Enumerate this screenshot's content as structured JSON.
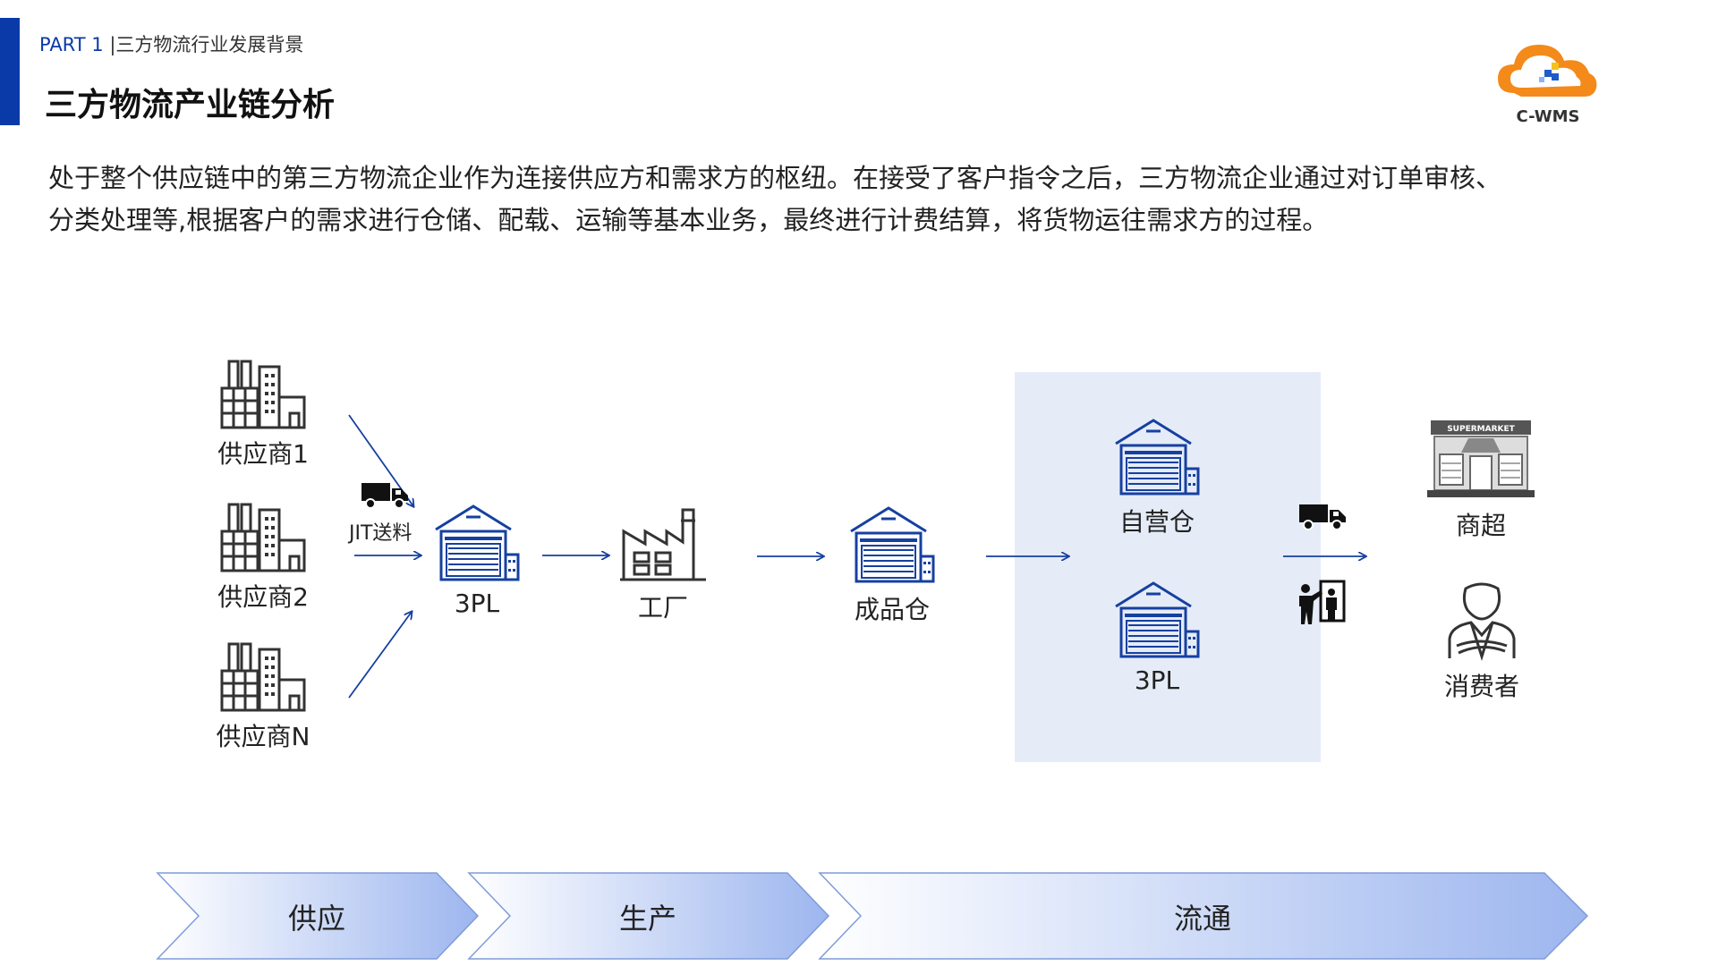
{
  "header": {
    "part": "PART 1",
    "section": "|三方物流行业发展背景",
    "title": "三方物流产业链分析"
  },
  "logo": {
    "text": "C-WMS"
  },
  "intro": {
    "line1": "处于整个供应链中的第三方物流企业作为连接供应方和需求方的枢纽。在接受了客户指令之后，三方物流企业通过对订单审核、",
    "line2": "分类处理等,根据客户的需求进行仓储、配载、运输等基本业务，最终进行计费结算，将货物运往需求方的过程。"
  },
  "nodes": {
    "supplier1": "供应商1",
    "supplier2": "供应商2",
    "supplierN": "供应商N",
    "jit": "JIT送料",
    "tpl_a": "3PL",
    "factory": "工厂",
    "finished_warehouse": "成品仓",
    "own_warehouse": "自营仓",
    "tpl_b": "3PL",
    "supermarket": "商超",
    "supermarket_sign": "SUPERMARKET",
    "consumer": "消费者"
  },
  "stages": {
    "supply": "供应",
    "production": "生产",
    "circulation": "流通"
  },
  "colors": {
    "accent": "#0a3aa8",
    "warehouse_blue": "#1640a0",
    "panel_bg": "#e5ecf8",
    "chevron_from": "#ffffff",
    "chevron_to": "#9db6ef",
    "logo_orange": "#f48a1a"
  }
}
